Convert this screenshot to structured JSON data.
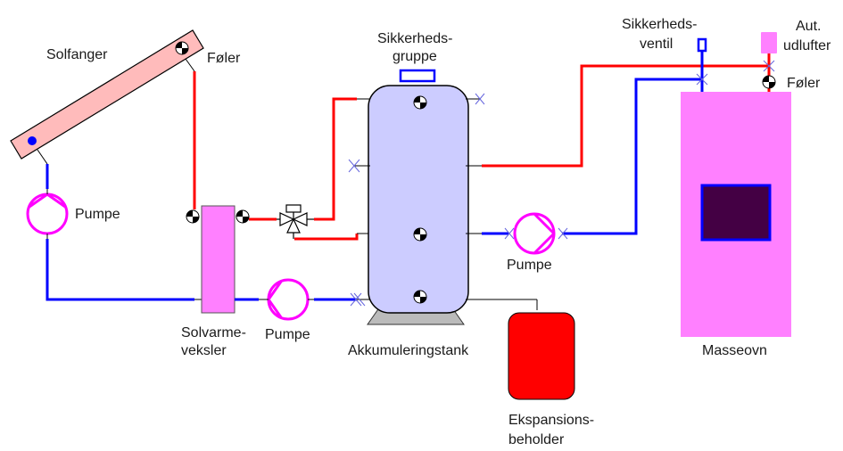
{
  "diagram": {
    "title": "Solar heating and masonry stove system schematic",
    "colors": {
      "hot_pipe": "#ff0000",
      "cold_pipe": "#0000ff",
      "pump": "#ff00ff",
      "tank": "#ccccff",
      "collector": "#ffbbbb",
      "exchanger": "#ff80ff",
      "stove": "#ff80ff",
      "stove_door": "#440044",
      "expansion": "#ff0000",
      "stand": "#bbbbbb"
    },
    "labels": {
      "solfanger": "Solfanger",
      "foler_collector": "Føler",
      "pumpe_solar": "Pumpe",
      "solvarmeveksler_1": "Solvarme-",
      "solvarmeveksler_2": "veksler",
      "pumpe_exchanger": "Pumpe",
      "sikkerhedsgruppe_1": "Sikkerheds-",
      "sikkerhedsgruppe_2": "gruppe",
      "akkumuleringstank": "Akkumuleringstank",
      "pumpe_stove": "Pumpe",
      "ekspansion_1": "Ekspansions-",
      "ekspansion_2": "beholder",
      "sikkerhedsventil_1": "Sikkerheds-",
      "sikkerhedsventil_2": "ventil",
      "udlufter_1": "Aut.",
      "udlufter_2": "udlufter",
      "foler_stove": "Føler",
      "masseovn": "Masseovn"
    }
  }
}
